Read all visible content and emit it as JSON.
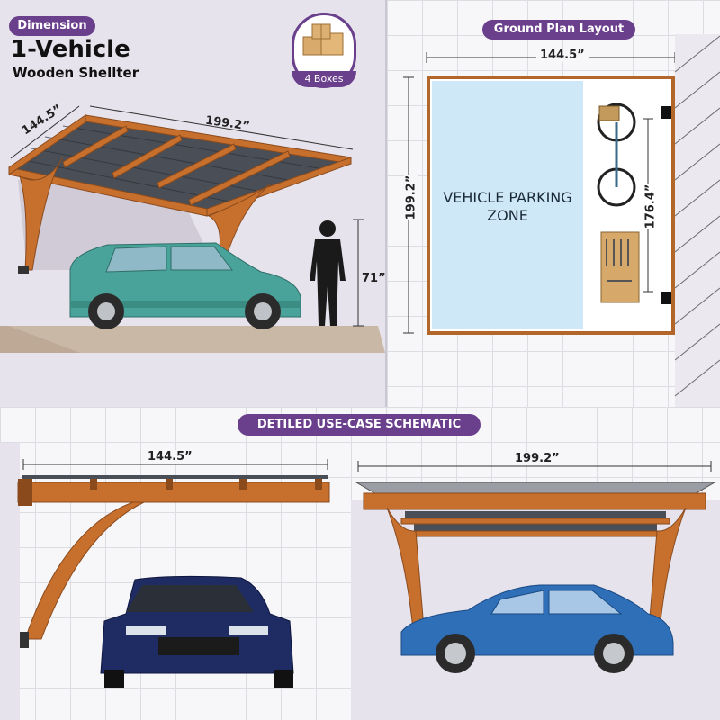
{
  "dimension_panel": {
    "badge": "Dimension",
    "title": "1-Vehicle",
    "subtitle": "Wooden Shellter",
    "boxes_label": "4 Boxes",
    "depth_label": "144.5”",
    "length_label": "199.2”",
    "height_label": "71”"
  },
  "plan_panel": {
    "badge": "Ground Plan Layout",
    "width_label": "144.5”",
    "length_label": "199.2”",
    "wall_label": "176.4”",
    "zone_line1": "VEHICLE PARKING",
    "zone_line2": "ZONE"
  },
  "schematic": {
    "badge": "DETILED USE-CASE SCHEMATIC",
    "side_width_label": "144.5”",
    "front_length_label": "199.2”"
  },
  "colors": {
    "accent": "#6a3f8c",
    "wood": "#c7702e",
    "wood_dark": "#8a4a1c",
    "roof": "#4a4f57",
    "green_car": "#4aa39a",
    "blue_car": "#2f6fb7",
    "navy_car": "#1f2c63",
    "parking_zone": "#cfe8f7"
  }
}
